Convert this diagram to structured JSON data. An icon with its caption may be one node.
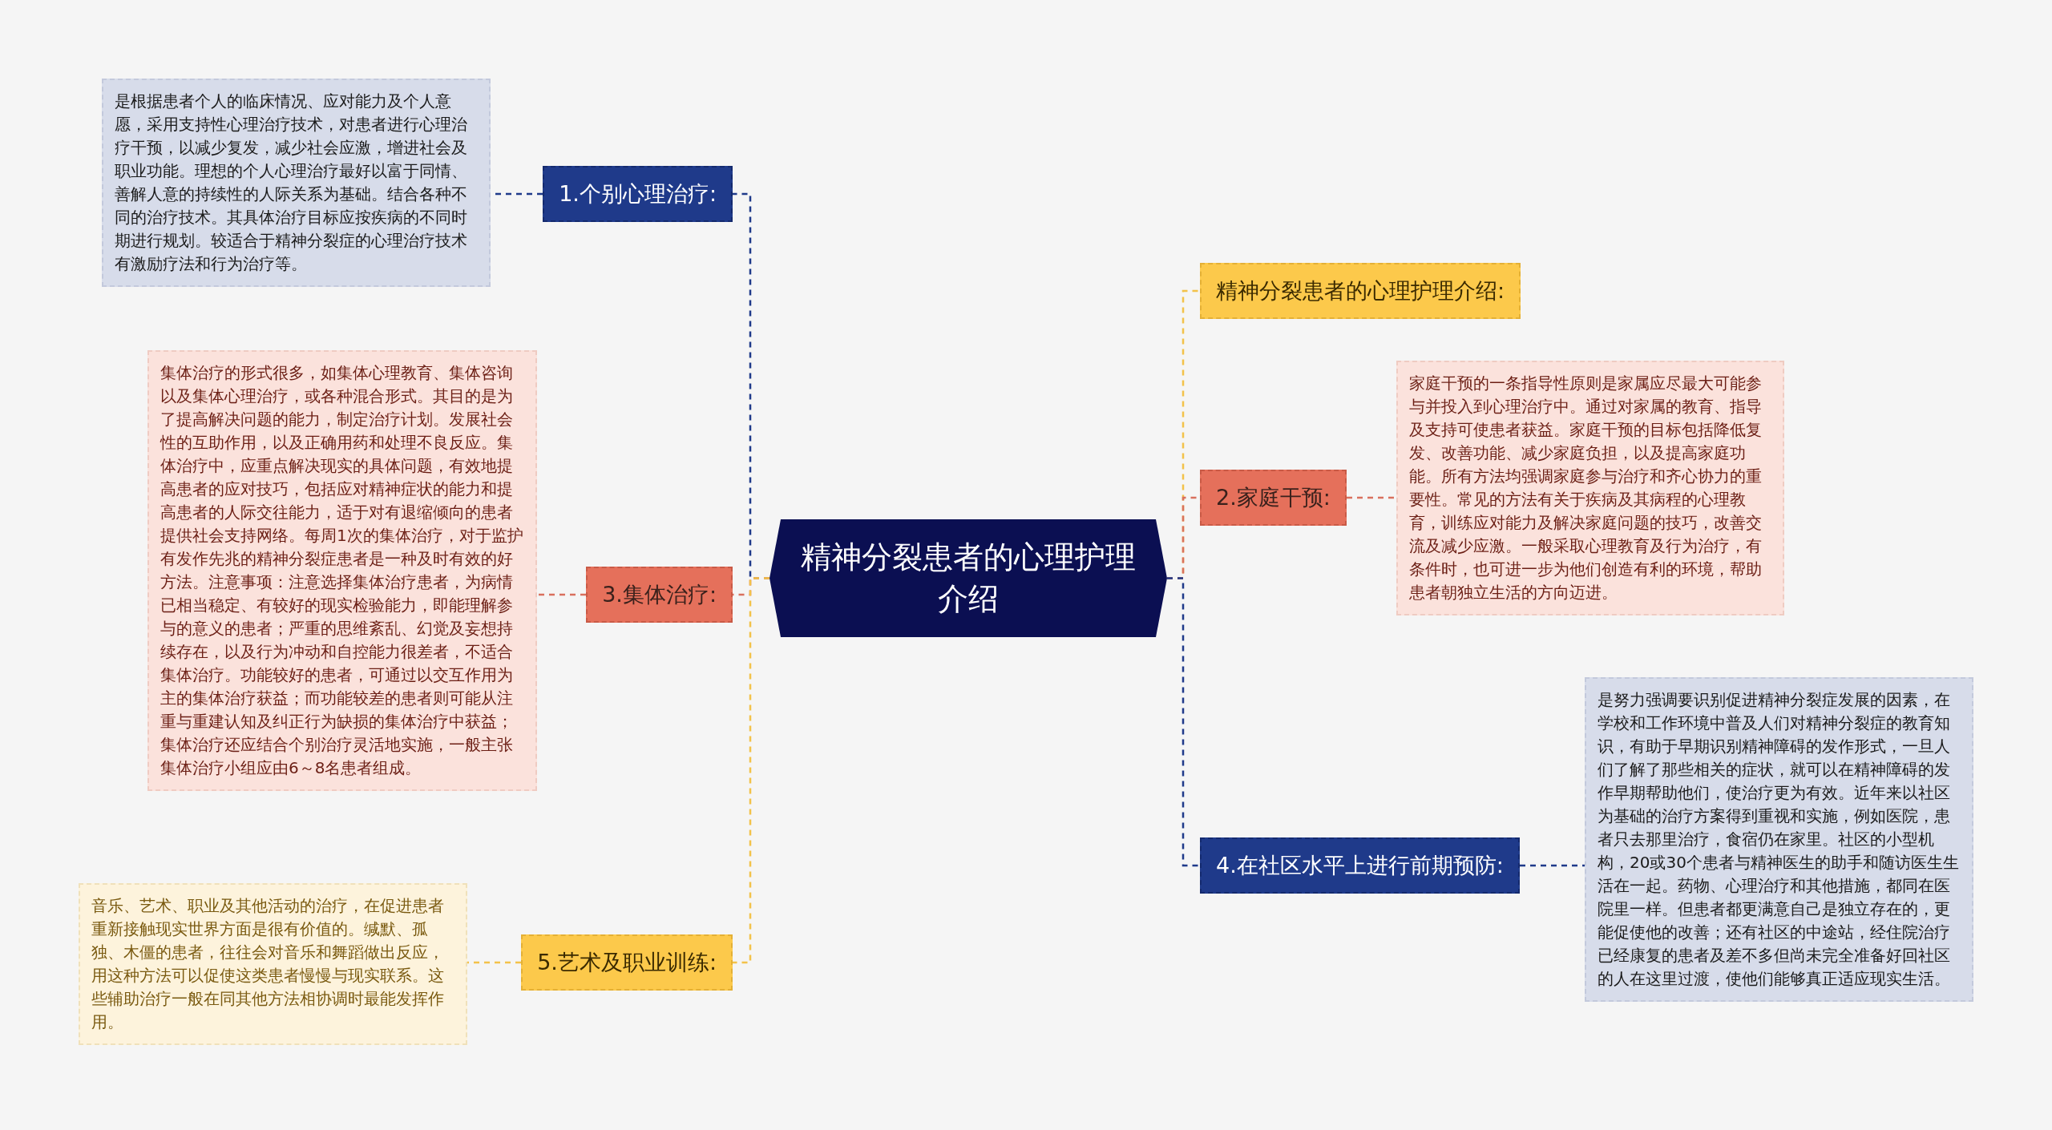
{
  "diagram": {
    "nodes": [
      {
        "text": [
          "精神分裂患者的心理护理介绍"
        ]
      },
      {
        "text": [
          "1.个别心理治疗:"
        ]
      },
      {
        "text": [
          "是根据患者个人的临床情况、应对能力及个人意愿，采用支持性心理治疗技术，对患者进行心理治疗干预，以减少复发，减少社会应激，增进社会及职业功能。理想的个人心理治疗最好以富于同情、善解人意的持续性的人际关系为基础。结合各种不同的治疗技术。其具体治疗目标应按疾病的不同时期进行规划。较适合于精神分裂症的心理治疗技术有激励疗法和行为治疗等。"
        ]
      },
      {
        "text": [
          "精神分裂患者的心理护理介绍:"
        ]
      },
      {
        "text": [
          "2.家庭干预:"
        ]
      },
      {
        "text": [
          "家庭干预的一条指导性原则是家属应尽最大可能参与并投入到心理治疗中。通过对家属的教育、指导及支持可使患者获益。家庭干预的目标包括降低复发、改善功能、减少家庭负担，以及提高家庭功能。所有方法均强调家庭参与治疗和齐心协力的重要性。常见的方法有关于疾病及其病程的心理教育，训练应对能力及解决家庭问题的技巧，改善交流及减少应激。一般采取心理教育及行为治疗，有条件时，也可进一步为他们创造有利的环境，帮助患者朝独立生活的方向迈进。"
        ]
      },
      {
        "text": [
          "3.集体治疗:"
        ]
      },
      {
        "text": [
          "集体治疗的形式很多，如集体心理教育、集体咨询以及集体心理治疗，或各种混合形式。其目的是为了提高解决问题的能力，制定治疗计划。发展社会性的互助作用，以及正确用药和处理不良反应。集体治疗中，应重点解决现实的具体问题，有效地提高患者的应对技巧，包括应对精神症状的能力和提高患者的人际交往能力，适于对有退缩倾向的患者提供社会支持网络。每周1次的集体治疗，对于监护有发作先兆的精神分裂症患者是一种及时有效的好方法。注意事项：注意选择集体治疗患者，为病情已相当稳定、有较好的现实检验能力，即能理解参与的意义的患者；严重的思维紊乱、幻觉及妄想持续存在，以及行为冲动和自控能力很差者，不适合集体治疗。功能较好的患者，可通过以交互作用为主的集体治疗获益；而功能较差的患者则可能从注重与重建认知及纠正行为缺损的集体治疗中获益；集体治疗还应结合个别治疗灵活地实施，一般主张集体治疗小组应由6～8名患者组成。"
        ]
      },
      {
        "text": [
          "4.在社区水平上进行前期预防:"
        ]
      },
      {
        "text": [
          "是努力强调要识别促进精神分裂症发展的因素，在学校和工作环境中普及人们对精神分裂症的教育知识，有助于早期识别精神障碍的发作形式，一旦人们了解了那些相关的症状，就可以在精神障碍的发作早期帮助他们，使治疗更为有效。近年来以社区为基础的治疗方案得到重视和实施，例如医院，患者只去那里治疗，食宿仍在家里。社区的小型机构，20或30个患者与精神医生的助手和随访医生生活在一起。药物、心理治疗和其他措施，都同在医院里一样。但患者都更满意自己是独立存在的，更能促使他的改善；还有社区的中途站，经住院治疗已经康复的患者及差不多但尚未完全准备好回社区的人在这里过渡，使他们能够真正适应现实生活。"
        ]
      },
      {
        "text": [
          "5.艺术及职业训练:"
        ]
      },
      {
        "text": [
          "音乐、艺术、职业及其他活动的治疗，在促进患者重新接触现实世界方面是很有价值的。缄默、孤独、木僵的患者，往往会对音乐和舞蹈做出反应，用这种方法可以促使这类患者慢慢与现实联系。这些辅助治疗一般在同其他方法相协调时最能发挥作用。"
        ]
      }
    ],
    "edges": [
      {
        "from": 0,
        "to": 1,
        "arrow": "none",
        "style": "dashed",
        "color": "#1f3a8a"
      },
      {
        "from": 1,
        "to": 2,
        "arrow": "none",
        "style": "dashed",
        "color": "#1f3a8a"
      },
      {
        "from": 0,
        "to": 3,
        "arrow": "none",
        "style": "dashed",
        "color": "#f3c24a"
      },
      {
        "from": 0,
        "to": 4,
        "arrow": "none",
        "style": "dashed",
        "color": "#d9705e"
      },
      {
        "from": 4,
        "to": 5,
        "arrow": "none",
        "style": "dashed",
        "color": "#d9705e"
      },
      {
        "from": 0,
        "to": 6,
        "arrow": "none",
        "style": "dashed",
        "color": "#d9705e"
      },
      {
        "from": 6,
        "to": 7,
        "arrow": "none",
        "style": "dashed",
        "color": "#d9705e"
      },
      {
        "from": 0,
        "to": 8,
        "arrow": "none",
        "style": "dashed",
        "color": "#1f3a8a"
      },
      {
        "from": 8,
        "to": 9,
        "arrow": "none",
        "style": "dashed",
        "color": "#1f3a8a"
      },
      {
        "from": 0,
        "to": 10,
        "arrow": "none",
        "style": "dashed",
        "color": "#f3c24a"
      },
      {
        "from": 10,
        "to": 11,
        "arrow": "none",
        "style": "dashed",
        "color": "#f3c24a"
      }
    ]
  }
}
